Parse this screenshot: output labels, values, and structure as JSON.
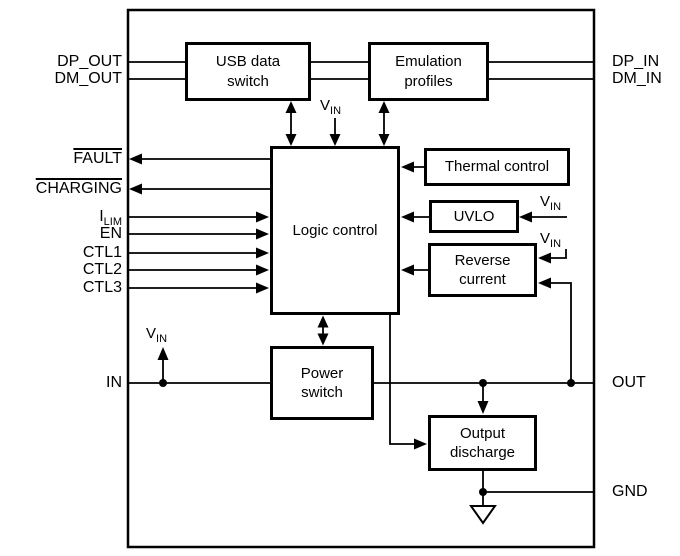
{
  "diagram": {
    "type": "functional-block-diagram",
    "blocks": {
      "usb_data_switch": {
        "label": "USB data\nswitch"
      },
      "emulation_profiles": {
        "label": "Emulation\nprofiles"
      },
      "logic_control": {
        "label": "Logic control"
      },
      "thermal_control": {
        "label": "Thermal control"
      },
      "uvlo": {
        "label": "UVLO"
      },
      "reverse_current": {
        "label": "Reverse\ncurrent"
      },
      "power_switch": {
        "label": "Power\nswitch"
      },
      "output_discharge": {
        "label": "Output\ndischarge"
      }
    },
    "pins": {
      "left": [
        {
          "id": "dp_out",
          "label": "DP_OUT"
        },
        {
          "id": "dm_out",
          "label": "DM_OUT"
        },
        {
          "id": "fault",
          "label": "FAULT",
          "active_low": true
        },
        {
          "id": "charging",
          "label": "CHARGING",
          "active_low": true
        },
        {
          "id": "ilim",
          "label_base": "I",
          "label_sub": "LIM"
        },
        {
          "id": "en",
          "label": "EN"
        },
        {
          "id": "ctl1",
          "label": "CTL1"
        },
        {
          "id": "ctl2",
          "label": "CTL2"
        },
        {
          "id": "ctl3",
          "label": "CTL3"
        },
        {
          "id": "in",
          "label": "IN"
        }
      ],
      "right": [
        {
          "id": "dp_in",
          "label": "DP_IN"
        },
        {
          "id": "dm_in",
          "label": "DM_IN"
        },
        {
          "id": "out",
          "label": "OUT"
        },
        {
          "id": "gnd",
          "label": "GND"
        }
      ]
    },
    "net_labels": {
      "vin": {
        "base": "V",
        "sub": "IN"
      }
    },
    "colors": {
      "line": "#000000",
      "background": "#ffffff",
      "text": "#000000"
    }
  }
}
